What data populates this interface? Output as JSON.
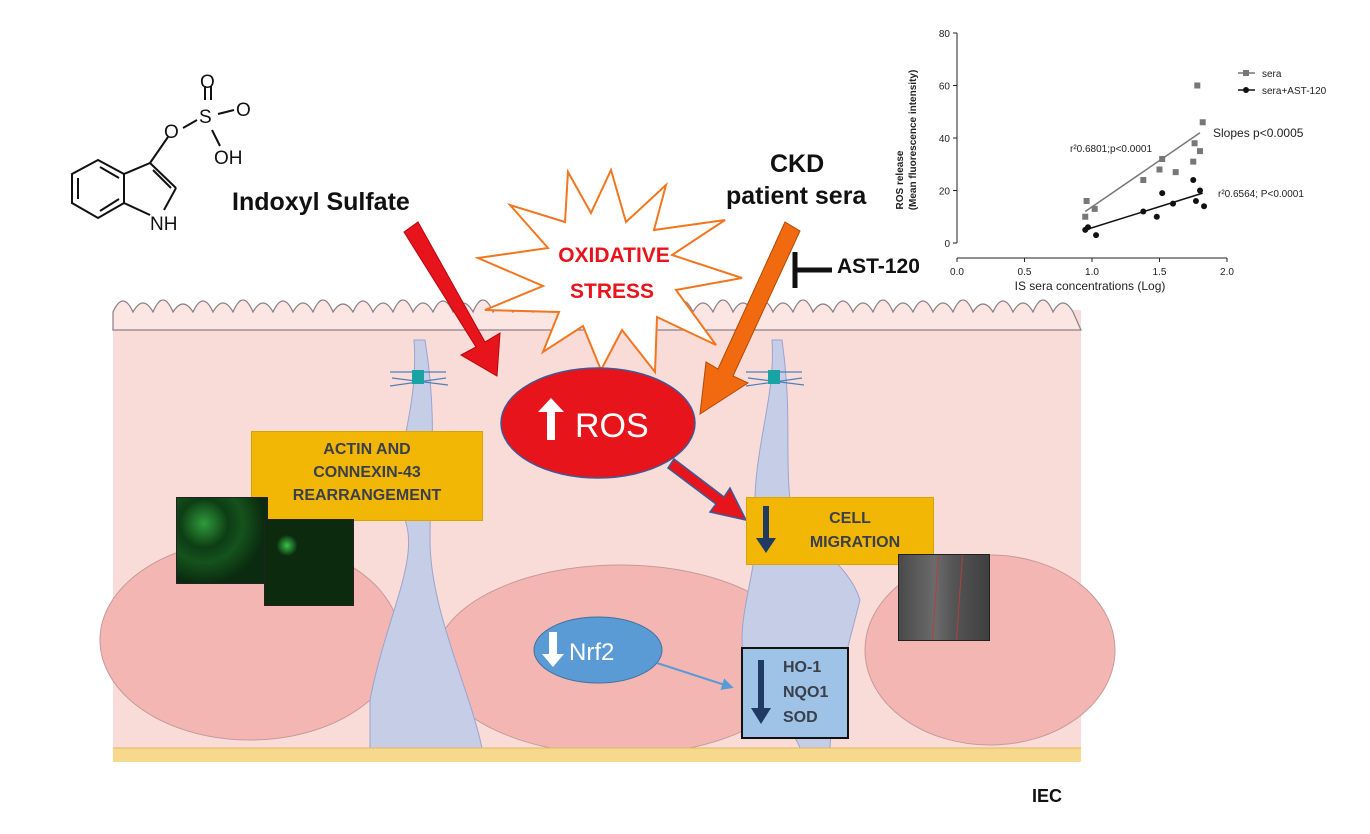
{
  "molecule": {
    "atom_O1": "O",
    "atom_S": "S",
    "atom_O2": "O",
    "atom_O3": "O",
    "atom_OH": "OH",
    "atom_NH": "NH"
  },
  "labels": {
    "indoxyl_sulfate": "Indoxyl Sulfate",
    "ckd_line1": "CKD",
    "ckd_line2": "patient sera",
    "oxidative_line1": "OXIDATIVE",
    "oxidative_line2": "STRESS",
    "ros": "ROS",
    "ast120": "AST-120",
    "actin_box": [
      "ACTIN AND",
      "CONNEXIN-43",
      "REARRANGEMENT"
    ],
    "cell_migration": [
      "CELL",
      "MIGRATION"
    ],
    "nrf2": "Nrf2",
    "enzymes": [
      "HO-1",
      "NQO1",
      "SOD"
    ],
    "iec": "IEC"
  },
  "colors": {
    "red_arrow": "#e8141b",
    "orange_arrow": "#f26a0f",
    "ros_fill": "#e8141b",
    "yellow_box": "#f2b705",
    "blue_box": "#9ec3e6",
    "nrf2_fill": "#5b9bd5",
    "tissue": "#f9dcd8",
    "nucleus": "#f4b6b3",
    "junction": "#c6cde6"
  },
  "chart_data": {
    "type": "scatter",
    "xlabel": "IS sera concentrations (Log)",
    "ylabel_line1": "ROS release",
    "ylabel_line2": "(Mean fluorescence intensity)",
    "xlim": [
      0.0,
      2.0
    ],
    "ylim": [
      0,
      80
    ],
    "x_ticks": [
      "0.0",
      "0.5",
      "1.0",
      "1.5",
      "2.0"
    ],
    "y_ticks": [
      "0",
      "20",
      "40",
      "60",
      "80"
    ],
    "legend": [
      "sera",
      "sera+AST-120"
    ],
    "annotations": {
      "sera_fit": "r²0.6801;p<0.0001",
      "ast_fit": "r²0.6564; P<0.0001",
      "slopes": "Slopes p<0.0005"
    },
    "series": [
      {
        "name": "sera",
        "marker": "square",
        "points": [
          [
            0.95,
            10
          ],
          [
            0.96,
            16
          ],
          [
            1.02,
            13
          ],
          [
            1.38,
            24
          ],
          [
            1.5,
            28
          ],
          [
            1.52,
            32
          ],
          [
            1.62,
            27
          ],
          [
            1.75,
            31
          ],
          [
            1.76,
            38
          ],
          [
            1.78,
            60
          ],
          [
            1.8,
            35
          ],
          [
            1.82,
            46
          ]
        ],
        "fit": [
          [
            0.95,
            12
          ],
          [
            1.8,
            42
          ]
        ]
      },
      {
        "name": "sera+AST-120",
        "marker": "circle",
        "points": [
          [
            0.95,
            5
          ],
          [
            0.97,
            6
          ],
          [
            1.03,
            3
          ],
          [
            1.38,
            12
          ],
          [
            1.48,
            10
          ],
          [
            1.52,
            19
          ],
          [
            1.6,
            15
          ],
          [
            1.75,
            24
          ],
          [
            1.77,
            16
          ],
          [
            1.8,
            20
          ],
          [
            1.83,
            14
          ]
        ],
        "fit": [
          [
            0.95,
            5
          ],
          [
            1.82,
            19
          ]
        ]
      }
    ]
  }
}
